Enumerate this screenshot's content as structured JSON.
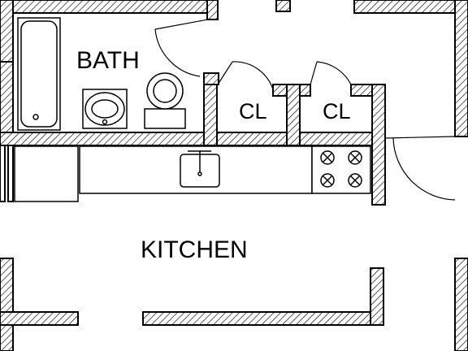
{
  "rooms": {
    "bath": "BATH",
    "closet_left": "CL",
    "closet_right": "CL",
    "kitchen": "KITCHEN"
  },
  "colors": {
    "wall_fill": "#ffffff",
    "wall_stroke": "#000000",
    "hatch": "#000000",
    "fixture": "#000000"
  }
}
